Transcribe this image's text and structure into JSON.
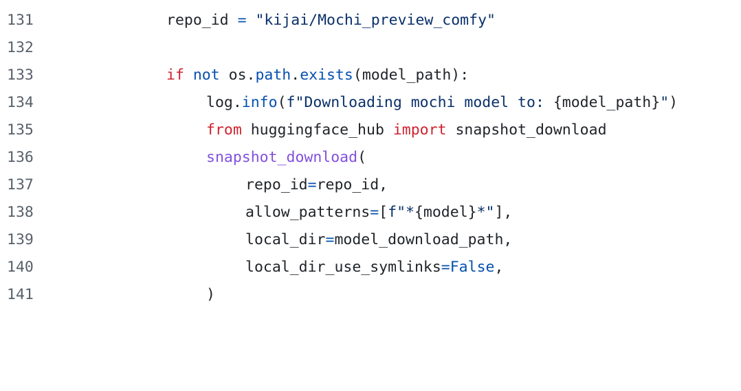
{
  "code": {
    "lines": [
      {
        "number": "131",
        "tokens": [
          {
            "t": "repo_id ",
            "c": "plain"
          },
          {
            "t": "=",
            "c": "blue"
          },
          {
            "t": " ",
            "c": "plain"
          },
          {
            "t": "\"kijai/Mochi_preview_comfy\"",
            "c": "str"
          }
        ]
      },
      {
        "number": "132",
        "tokens": []
      },
      {
        "number": "133",
        "tokens": [
          {
            "t": "if",
            "c": "kw"
          },
          {
            "t": " ",
            "c": "plain"
          },
          {
            "t": "not",
            "c": "blue"
          },
          {
            "t": " os.",
            "c": "plain"
          },
          {
            "t": "path",
            "c": "blue"
          },
          {
            "t": ".",
            "c": "plain"
          },
          {
            "t": "exists",
            "c": "blue"
          },
          {
            "t": "(model_path):",
            "c": "plain"
          }
        ]
      },
      {
        "number": "134",
        "tokens": [
          {
            "t": "log.",
            "c": "plain"
          },
          {
            "t": "info",
            "c": "blue"
          },
          {
            "t": "(",
            "c": "plain"
          },
          {
            "t": "f\"Downloading mochi model to: ",
            "c": "str"
          },
          {
            "t": "{model_path}",
            "c": "plain"
          },
          {
            "t": "\"",
            "c": "str"
          },
          {
            "t": ")",
            "c": "plain"
          }
        ]
      },
      {
        "number": "135",
        "tokens": [
          {
            "t": "from",
            "c": "kw"
          },
          {
            "t": " huggingface_hub ",
            "c": "plain"
          },
          {
            "t": "import",
            "c": "kw"
          },
          {
            "t": " snapshot_download",
            "c": "plain"
          }
        ]
      },
      {
        "number": "136",
        "tokens": [
          {
            "t": "snapshot_download",
            "c": "fn"
          },
          {
            "t": "(",
            "c": "plain"
          }
        ]
      },
      {
        "number": "137",
        "tokens": [
          {
            "t": "repo_id",
            "c": "plain"
          },
          {
            "t": "=",
            "c": "blue"
          },
          {
            "t": "repo_id,",
            "c": "plain"
          }
        ]
      },
      {
        "number": "138",
        "tokens": [
          {
            "t": "allow_patterns",
            "c": "plain"
          },
          {
            "t": "=",
            "c": "blue"
          },
          {
            "t": "[",
            "c": "plain"
          },
          {
            "t": "f\"*",
            "c": "str"
          },
          {
            "t": "{model}",
            "c": "plain"
          },
          {
            "t": "*\"",
            "c": "str"
          },
          {
            "t": "],",
            "c": "plain"
          }
        ]
      },
      {
        "number": "139",
        "tokens": [
          {
            "t": "local_dir",
            "c": "plain"
          },
          {
            "t": "=",
            "c": "blue"
          },
          {
            "t": "model_download_path,",
            "c": "plain"
          }
        ]
      },
      {
        "number": "140",
        "tokens": [
          {
            "t": "local_dir_use_symlinks",
            "c": "plain"
          },
          {
            "t": "=",
            "c": "blue"
          },
          {
            "t": "False",
            "c": "blue"
          },
          {
            "t": ",",
            "c": "plain"
          }
        ]
      },
      {
        "number": "141",
        "tokens": [
          {
            "t": ")",
            "c": "plain"
          }
        ]
      }
    ]
  }
}
